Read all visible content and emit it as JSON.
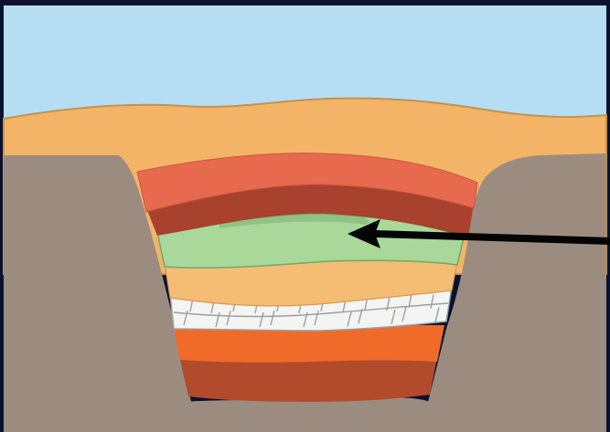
{
  "diagram": {
    "type": "geologic-cross-section",
    "labels": [],
    "colors": {
      "frame": "#0b1230",
      "sky": "#b5def4",
      "topsoil": "#f3b467",
      "topsoil_edge": "#c5924e",
      "bedrock": "#9c8c80",
      "red_layer": "#e76a4e",
      "dark_red_layer": "#a8412d",
      "green_layer": "#a9d89a",
      "green_dark": "#6fa86a",
      "tan_layer": "#f5bd73",
      "white_layer": "#f4f4f2",
      "white_crack": "#9aa0a6",
      "orange_layer": "#f06a2a",
      "brown_layer": "#b24a2c",
      "arrow": "#050505"
    },
    "layers_top_to_bottom": [
      "topsoil",
      "red",
      "dark-red",
      "green",
      "tan",
      "white-cracked",
      "orange",
      "brown"
    ],
    "arrow": {
      "direction": "left",
      "points_to": "green"
    }
  }
}
